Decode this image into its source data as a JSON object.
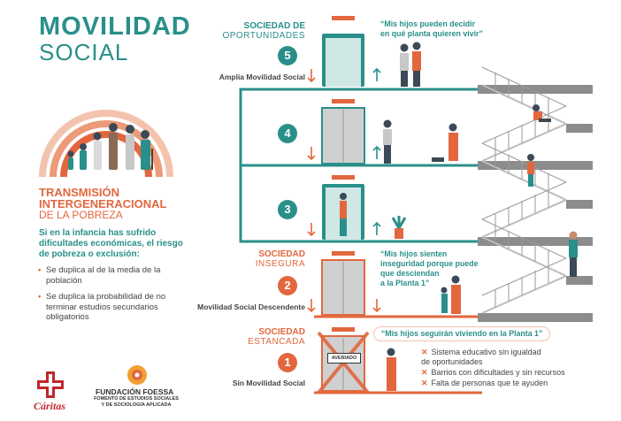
{
  "header": {
    "title": "MOVILIDAD",
    "subtitle": "SOCIAL"
  },
  "left": {
    "trans_title1": "TRANSMISIÓN",
    "trans_title2": "INTERGENERACIONAL",
    "trans_title3": "DE LA POBREZA",
    "intro": "Si en la infancia has sufrido dificultades económicas, el riesgo de pobreza o exclusión:",
    "bullets": [
      "Se duplica al de la media de la población",
      "Se duplica la probabilidad de no terminar estudios secundarios obligatorios"
    ]
  },
  "floors": [
    {
      "number": "5",
      "color": "#2a8f8a"
    },
    {
      "number": "4",
      "color": "#2a8f8a"
    },
    {
      "number": "3",
      "color": "#2a8f8a"
    },
    {
      "number": "2",
      "color": "#e2673e"
    },
    {
      "number": "1",
      "color": "#e2673e"
    }
  ],
  "societies": {
    "oportunidades": {
      "head": "SOCIEDAD DE",
      "sub": "OPORTUNIDADES",
      "label": "Amplia Movilidad Social"
    },
    "insegura": {
      "head": "SOCIEDAD",
      "sub": "INSEGURA",
      "label": "Movilidad Social Descendente"
    },
    "estancada": {
      "head": "SOCIEDAD",
      "sub": "ESTANCADA",
      "label": "Sin Movilidad Social"
    }
  },
  "quotes": {
    "q5": [
      "“Mis hijos pueden decidir",
      "en qué planta quieren vivir”"
    ],
    "q2": [
      "“Mis hijos sienten",
      "inseguridad porque puede",
      "que desciendan",
      "a la Planta 1”"
    ],
    "q1": "“Mis hijos seguirán viviendo en la Planta 1”"
  },
  "factors": [
    "Sistema educativo sin igualdad de oportunidades",
    "Barrios con dificultades y sin recursos",
    "Falta de personas que te ayuden"
  ],
  "elevator_sign": "AVERIADO",
  "logos": {
    "caritas": "Cáritas",
    "foessa_name": "FUNDACIÓN FOESSA",
    "foessa_sub1": "FOMENTO DE ESTUDIOS SOCIALES",
    "foessa_sub2": "Y DE SOCIOLOGÍA APLICADA"
  },
  "colors": {
    "teal": "#2a8f8a",
    "orange": "#e2673e",
    "grey": "#c9c9c9",
    "red": "#c1272d"
  }
}
